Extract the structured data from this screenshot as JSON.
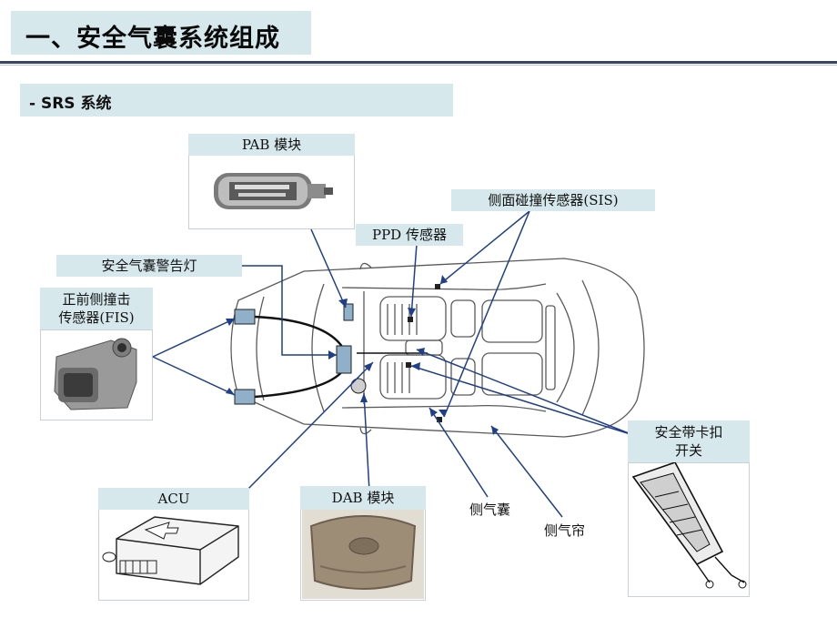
{
  "title": "一、安全气囊系统组成",
  "subtitle": "- SRS 系统",
  "labels": {
    "pab": "PAB 模块",
    "sis": "侧面碰撞传感器(SIS)",
    "ppd": "PPD 传感器",
    "warning_lamp": "安全气囊警告灯",
    "fis_line1": "正前侧撞击",
    "fis_line2": "传感器(FIS)",
    "acu": "ACU",
    "dab": "DAB 模块",
    "side_airbag": "侧气囊",
    "curtain": "侧气帘",
    "buckle_line1": "安全带卡扣",
    "buckle_line2": "开关"
  },
  "colors": {
    "label_bg": "#d6e8ec",
    "rule": "#3a4466",
    "pointer": "#1f3f8a",
    "sensor": "#8fb0c8"
  }
}
